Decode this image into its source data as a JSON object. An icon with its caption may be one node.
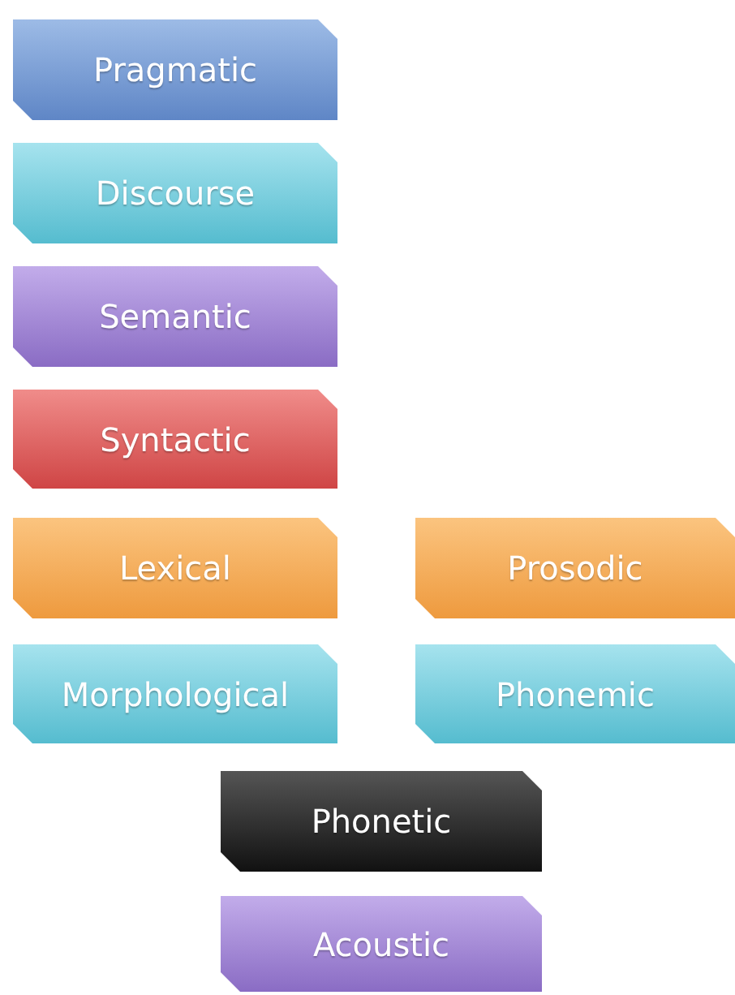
{
  "diagram": {
    "nodes": [
      {
        "text": [
          "Pragmatic"
        ]
      },
      {
        "text": [
          "Discourse"
        ]
      },
      {
        "text": [
          "Semantic"
        ]
      },
      {
        "text": [
          "Syntactic"
        ]
      },
      {
        "text": [
          "Lexical"
        ]
      },
      {
        "text": [
          "Prosodic"
        ]
      },
      {
        "text": [
          "Morphological"
        ]
      },
      {
        "text": [
          "Phonemic"
        ]
      },
      {
        "text": [
          "Phonetic"
        ]
      },
      {
        "text": [
          "Acoustic"
        ]
      }
    ]
  }
}
